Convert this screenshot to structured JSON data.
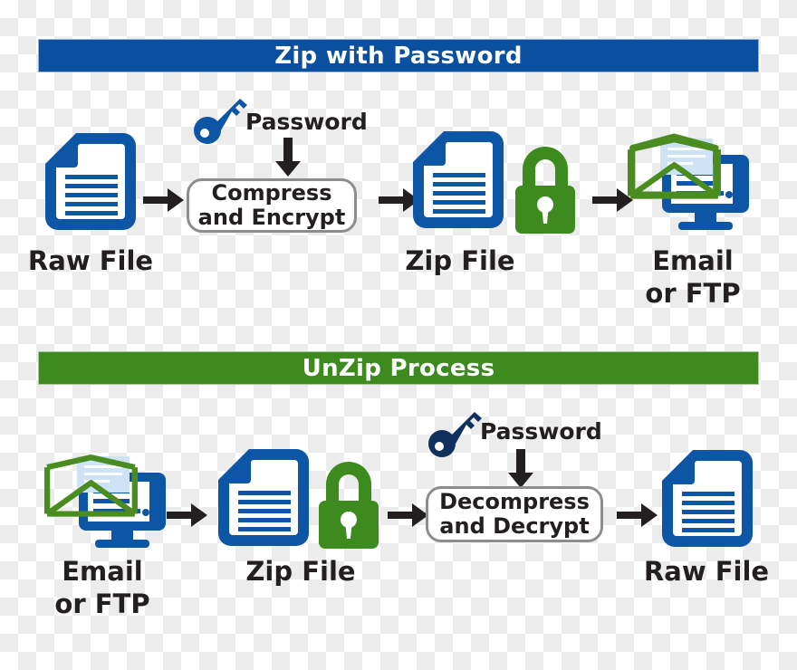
{
  "diagram": {
    "title_top": "Zip with Password",
    "title_bottom": "UnZip Process",
    "colors": {
      "blue_bar": "#0b50a0",
      "green_bar": "#3d8b1f",
      "file_blue": "#0d55a5",
      "lock_green": "#3d8b1f",
      "envelope_green": "#4a8c20",
      "monitor_blue": "#0d55a5",
      "key_blue_top": "#0d55a5",
      "key_blue_bottom": "#10305e",
      "arrow_black": "#231f20",
      "box_border": "#8d8d8d",
      "letter_fill": "#cfe3f7"
    }
  },
  "top_row": {
    "password_label": "Password",
    "process_box": "Compress\nand Encrypt",
    "steps": [
      {
        "name": "raw-file",
        "label": "Raw File"
      },
      {
        "name": "zip-file",
        "label": "Zip File"
      },
      {
        "name": "email-or-ftp",
        "label": "Email\nor FTP"
      }
    ]
  },
  "bottom_row": {
    "password_label": "Password",
    "process_box": "Decompress\nand Decrypt",
    "steps": [
      {
        "name": "email-or-ftp",
        "label": "Email\nor FTP"
      },
      {
        "name": "zip-file",
        "label": "Zip File"
      },
      {
        "name": "raw-file",
        "label": "Raw File"
      }
    ]
  }
}
